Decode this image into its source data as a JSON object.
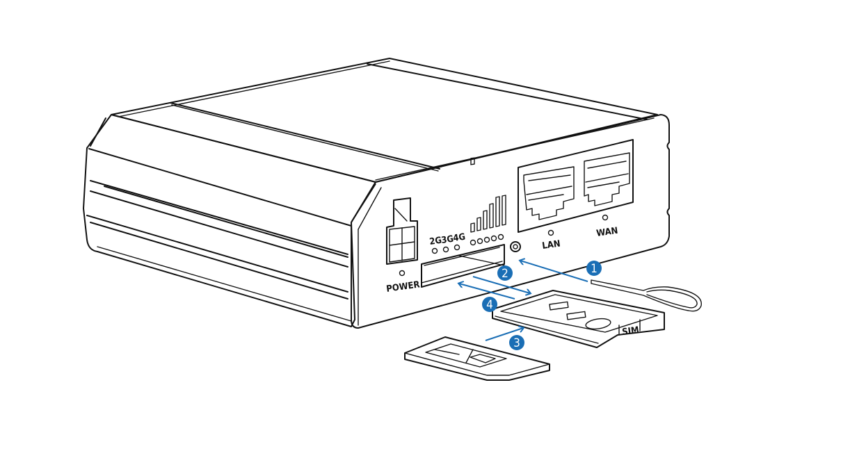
{
  "figure": {
    "accent_color": "#1a6eb5",
    "device_labels": {
      "power": "POWER",
      "net_2g": "2G",
      "net_3g": "3G",
      "net_4g": "4G",
      "lan": "LAN",
      "wan": "WAN",
      "sim_tray": "SIM"
    },
    "steps": [
      {
        "number": "1",
        "subject": "eject-pin"
      },
      {
        "number": "2",
        "subject": "tray-slot"
      },
      {
        "number": "3",
        "subject": "sim-card"
      },
      {
        "number": "4",
        "subject": "tray-insert"
      }
    ]
  }
}
